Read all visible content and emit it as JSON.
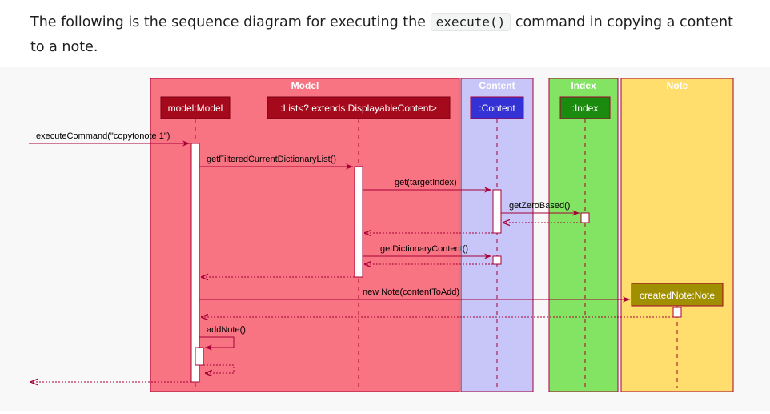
{
  "intro": {
    "before": "The following is the sequence diagram for executing the",
    "code": "execute()",
    "after": "command in copying a content to a note."
  },
  "colors": {
    "model_box": "#f87483",
    "content_box": "#c8c6f9",
    "index_box": "#83e463",
    "note_box": "#ffde6d",
    "model_participant": "#a50a1c",
    "content_participant": "#3432d4",
    "index_participant": "#1b8b10",
    "note_participant": "#a09000",
    "arrow": "#a80036"
  },
  "boxes": {
    "model": "Model",
    "content": "Content",
    "index": "Index",
    "note": "Note"
  },
  "participants": {
    "model": "model:Model",
    "list": ":List<? extends DisplayableContent>",
    "content": ":Content",
    "index": ":Index",
    "note": "createdNote:Note"
  },
  "messages": {
    "execute": "executeCommand(\"copytonote 1\")",
    "get_filtered": "getFilteredCurrentDictionaryList()",
    "get_target": "get(targetIndex)",
    "get_zero": "getZeroBased()",
    "get_dict": "getDictionaryContent()",
    "new_note": "new Note(contentToAdd)",
    "add_note": "addNote()"
  }
}
